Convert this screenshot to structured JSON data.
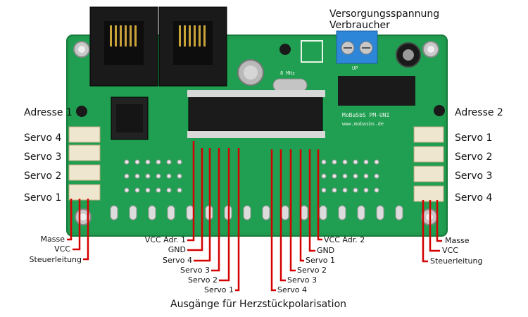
{
  "supply_label": [
    "Versorgungsspannung",
    "Verbraucher"
  ],
  "left_labels": [
    "Adresse 1",
    "Servo 4",
    "Servo 3",
    "Servo 2",
    "Servo 1"
  ],
  "right_labels": [
    "Adresse 2",
    "Servo 1",
    "Servo 2",
    "Servo 3",
    "Servo 4"
  ],
  "left_pin_labels": [
    "Masse",
    "VCC",
    "Steuerleitung"
  ],
  "right_pin_labels": [
    "Masse",
    "VCC",
    "Steuerleitung"
  ],
  "center_left_labels": [
    "VCC Adr. 1",
    "GND",
    "Servo 4",
    "Servo 3",
    "Servo 2",
    "Servo 1"
  ],
  "center_right_labels": [
    "VCC Adr. 2",
    "GND",
    "Servo 1",
    "Servo 2",
    "Servo 3",
    "Servo 4"
  ],
  "outputs_caption": "Ausgänge für Herzstückpolarisation",
  "board_silkscreen": {
    "brand": "MoBaSbS PM-UNI",
    "url": "www.mobasbs.de",
    "crystal": "8 MHz",
    "terminal": "UP"
  },
  "colors": {
    "pcb": "#1f9a4e",
    "leader_line": "#d40000",
    "terminal_block": "#2e86d8"
  }
}
